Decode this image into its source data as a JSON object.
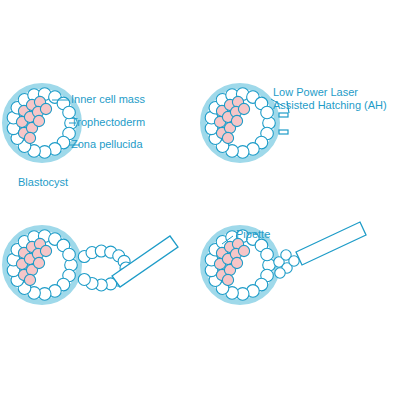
{
  "diagram": {
    "labels": [
      "Inner cell mass",
      "Trophectoderm",
      "Zona pellucida",
      "Blastocyst",
      "Low Power Laser Assisted Hatching (AH)",
      "Pipette"
    ]
  }
}
